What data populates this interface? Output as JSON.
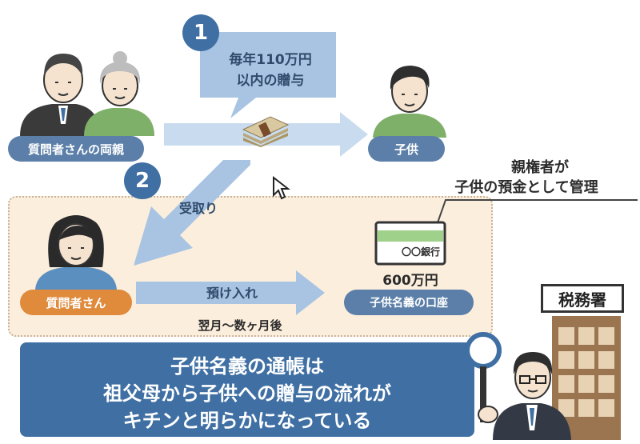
{
  "step1": {
    "number": "1",
    "line1": "毎年110万円",
    "line2": "以内の贈与"
  },
  "step2": {
    "number": "2",
    "label": "受取り"
  },
  "parents_label": "質問者さんの両親",
  "child_label": "子供",
  "questioner_label": "質問者さん",
  "deposit_label": "預け入れ",
  "timing_label": "翌月〜数ヶ月後",
  "guardian_note": {
    "line1": "親権者が",
    "line2": "子供の預金として管理"
  },
  "bankbook": {
    "bank_name": "〇〇銀行",
    "amount": "600万円",
    "account_label": "子供名義の口座"
  },
  "tax_office_sign": "税務署",
  "message": {
    "line1": "子供名義の通帳は",
    "line2": "祖父母から子供への贈与の流れが",
    "line3": "キチンと明らかになっている"
  },
  "colors": {
    "navy": "#3f6fa3",
    "light_blue": "#a9c4e2",
    "pale_blue": "#c9dbef",
    "peach": "#fbeedd",
    "orange": "#e08a3c",
    "green": "#7fb069"
  }
}
